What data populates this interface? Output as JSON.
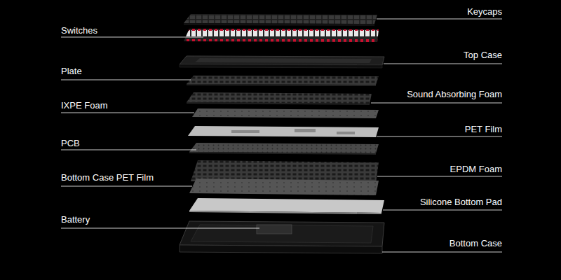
{
  "diagram": {
    "labels": [
      "Keycaps",
      "Switches",
      "Top Case",
      "Plate",
      "Sound Absorbing Foam",
      "IXPE Foam",
      "PET Film",
      "PCB",
      "EPDM Foam",
      "Bottom Case PET Film",
      "Silicone Bottom Pad",
      "Battery",
      "Bottom Case"
    ]
  }
}
